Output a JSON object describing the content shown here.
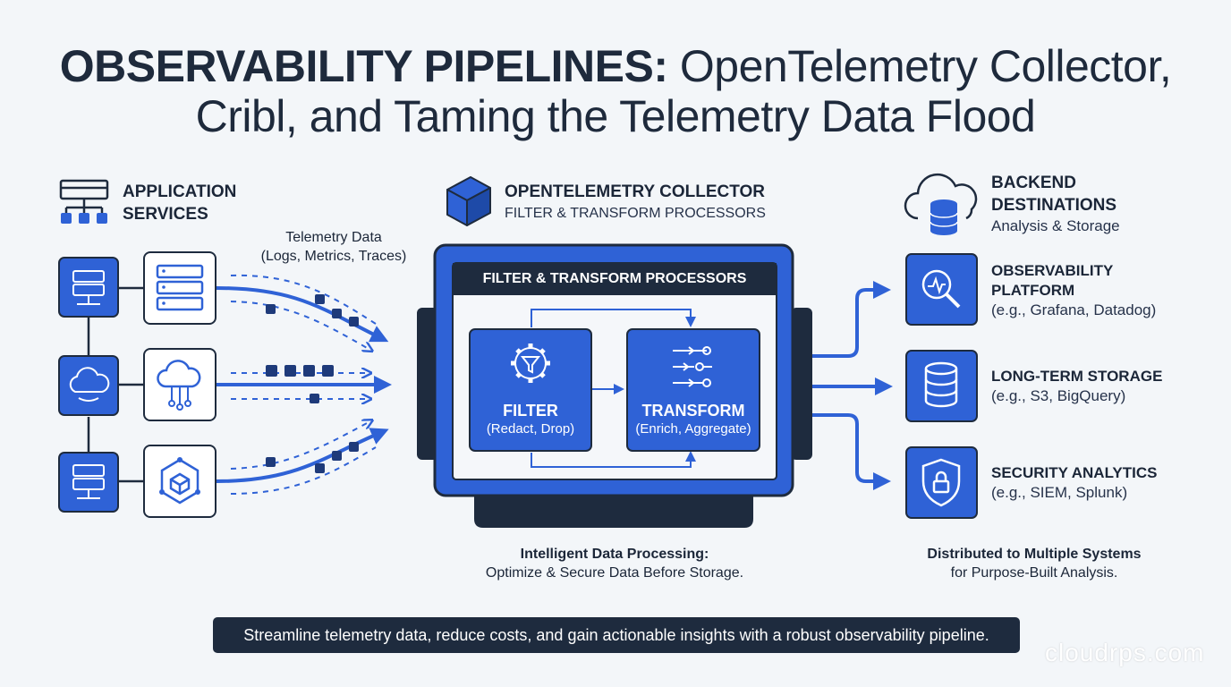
{
  "title": {
    "line1_strong": "OBSERVABILITY PIPELINES:",
    "line1_rest": " OpenTelemetry Collector,",
    "line2": "Cribl, and Taming the Telemetry Data Flood"
  },
  "apps": {
    "title_line1": "APPLICATION",
    "title_line2": "SERVICES"
  },
  "telemetry": {
    "line1": "Telemetry Data",
    "line2": "(Logs, Metrics, Traces)"
  },
  "collector": {
    "title": "OPENTELEMETRY COLLECTOR",
    "subtitle": "FILTER & TRANSFORM PROCESSORS",
    "panel_header": "FILTER & TRANSFORM PROCESSORS",
    "filter": {
      "label": "FILTER",
      "sub": "(Redact, Drop)"
    },
    "transform": {
      "label": "TRANSFORM",
      "sub": "(Enrich, Aggregate)"
    },
    "caption_line1": "Intelligent Data Processing:",
    "caption_line2": "Optimize & Secure Data Before Storage."
  },
  "backend": {
    "title_line1": "BACKEND",
    "title_line2": "DESTINATIONS",
    "subtitle": "Analysis & Storage",
    "destinations": [
      {
        "name_line1": "OBSERVABILITY",
        "name_line2": "PLATFORM",
        "example": "(e.g., Grafana, Datadog)"
      },
      {
        "name_line1": "LONG-TERM STORAGE",
        "name_line2": "",
        "example": "(e.g., S3, BigQuery)"
      },
      {
        "name_line1": "SECURITY ANALYTICS",
        "name_line2": "",
        "example": "(e.g., SIEM, Splunk)"
      }
    ],
    "caption_line1": "Distributed to Multiple Systems",
    "caption_line2": "for Purpose-Built Analysis."
  },
  "banner": "Streamline telemetry data, reduce costs, and gain actionable insights with a robust observability pipeline.",
  "watermark": "cloudrps.com",
  "colors": {
    "blue": "#2f62d6",
    "navy": "#1e2b3e",
    "background": "#f3f6f9"
  },
  "icons": {
    "apps_header": "app-grid-icon",
    "collector_header": "cube-icon",
    "backend_header": "cloud-database-icon",
    "filter": "gear-funnel-icon",
    "transform": "sliders-icon",
    "observability": "magnifier-chart-icon",
    "storage": "database-icon",
    "security": "shield-lock-icon"
  }
}
